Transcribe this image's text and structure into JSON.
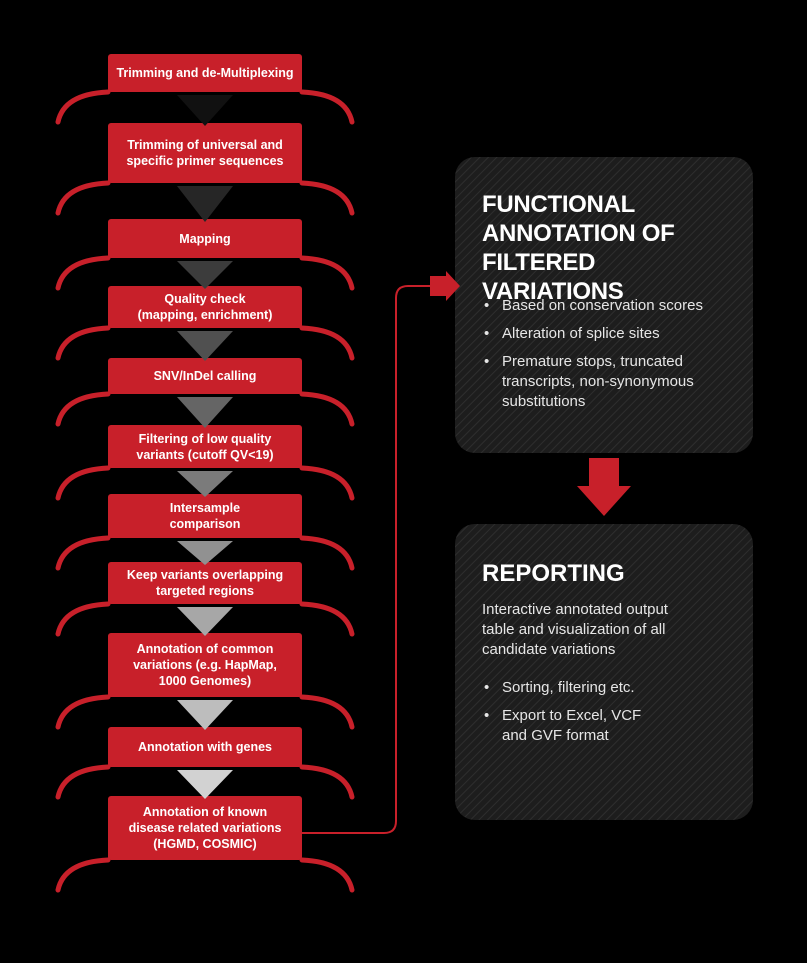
{
  "steps": [
    {
      "lines": [
        "Trimming and de-Multiplexing"
      ]
    },
    {
      "lines": [
        "Trimming of universal and",
        "specific primer sequences"
      ]
    },
    {
      "lines": [
        "Mapping"
      ]
    },
    {
      "lines": [
        "Quality check",
        "(mapping, enrichment)"
      ]
    },
    {
      "lines": [
        "SNV/InDel calling"
      ]
    },
    {
      "lines": [
        "Filtering of low quality",
        "variants (cutoff QV<19)"
      ]
    },
    {
      "lines": [
        "Intersample",
        "comparison"
      ]
    },
    {
      "lines": [
        "Keep variants overlapping",
        "targeted regions"
      ]
    },
    {
      "lines": [
        "Annotation of common",
        "variations (e.g. HapMap,",
        "1000 Genomes)"
      ]
    },
    {
      "lines": [
        "Annotation with genes"
      ]
    },
    {
      "lines": [
        "Annotation of known",
        "disease related variations",
        "(HGMD, COSMIC)"
      ]
    }
  ],
  "functional_panel": {
    "title_lines": [
      "FUNCTIONAL",
      "ANNOTATION OF",
      "FILTERED VARIATIONS"
    ],
    "bullets": [
      {
        "lines": [
          "Based on conservation scores"
        ]
      },
      {
        "lines": [
          "Alteration of splice sites"
        ]
      },
      {
        "lines": [
          "Premature stops, truncated",
          "transcripts, non-synonymous",
          "substitutions"
        ]
      }
    ]
  },
  "reporting_panel": {
    "title": "REPORTING",
    "intro_lines": [
      "Interactive annotated output",
      "table and visualization of all",
      "candidate variations"
    ],
    "bullets": [
      {
        "lines": [
          "Sorting, filtering etc."
        ]
      },
      {
        "lines": [
          "Export to Excel, VCF",
          "and GVF format"
        ]
      }
    ]
  },
  "bullet_glyph": "•",
  "colors": {
    "background": "#000000",
    "accent_red": "#c8202a",
    "panel": "#1e1e1e",
    "text": "#ffffff"
  }
}
